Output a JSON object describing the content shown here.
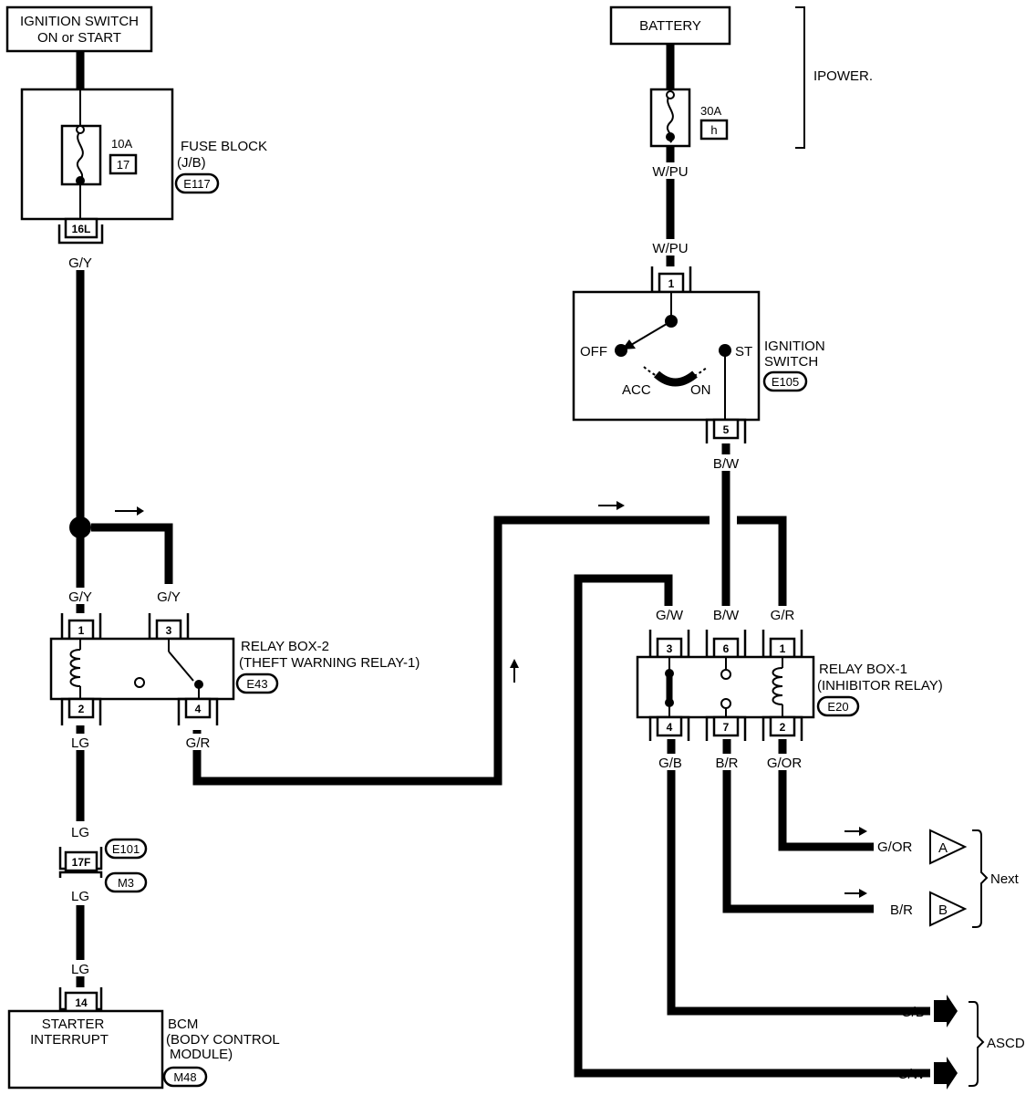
{
  "colors": {
    "ink": "#000000",
    "paper": "#ffffff"
  },
  "ignition_source": {
    "line1": "IGNITION SWITCH",
    "line2": "ON or START"
  },
  "battery": {
    "label": "BATTERY"
  },
  "power_bracket": {
    "label": "IPOWER."
  },
  "fuse_block": {
    "title": "FUSE BLOCK",
    "sub": "(J/B)",
    "connector": "E117",
    "fuse_rating": "10A",
    "fuse_number": "17",
    "terminal": "16L"
  },
  "battery_fuse": {
    "rating": "30A",
    "number": "h"
  },
  "ignition_switch": {
    "title_line1": "IGNITION",
    "title_line2": "SWITCH",
    "connector": "E105",
    "pos_off": "OFF",
    "pos_st": "ST",
    "pos_acc": "ACC",
    "pos_on": "ON",
    "pin_in": "1",
    "pin_out": "5"
  },
  "relay_box_2": {
    "title_line1": "RELAY BOX-2",
    "title_line2": "(THEFT WARNING RELAY-1)",
    "connector": "E43",
    "pins": {
      "p1": "1",
      "p2": "2",
      "p3": "3",
      "p4": "4"
    }
  },
  "relay_box_1": {
    "title_line1": "RELAY BOX-1",
    "title_line2": "(INHIBITOR RELAY)",
    "connector": "E20",
    "pins": {
      "p1": "1",
      "p2": "2",
      "p3": "3",
      "p4": "4",
      "p6": "6",
      "p7": "7"
    }
  },
  "inline_connector": {
    "terminal": "17F",
    "conn_a": "E101",
    "conn_b": "M3"
  },
  "bcm": {
    "terminal": "14",
    "func_line1": "STARTER",
    "func_line2": "INTERRUPT",
    "title_line1": "BCM",
    "title_line2": "(BODY CONTROL",
    "title_line3": "MODULE)",
    "connector": "M48"
  },
  "wires": {
    "gy_fuse": "G/Y",
    "gy_rb2_1": "G/Y",
    "gy_rb2_3": "G/Y",
    "lg_rb2": "LG",
    "lg_a": "LG",
    "lg_b": "LG",
    "lg_c": "LG",
    "gr_rb2": "G/R",
    "wpu_1": "W/PU",
    "wpu_2": "W/PU",
    "bw_ign": "B/W",
    "bw_rb1": "B/W",
    "gw_rb1": "G/W",
    "gr_rb1": "G/R",
    "gb_rb1": "G/B",
    "br_rb1": "B/R",
    "gor_rb1": "G/OR"
  },
  "outputs": {
    "a_wire": "G/OR",
    "a_letter": "A",
    "b_wire": "B/R",
    "b_letter": "B",
    "next_label": "Next",
    "gb_wire": "G/B",
    "gw_wire": "G/W",
    "ascd_label": "ASCD"
  }
}
